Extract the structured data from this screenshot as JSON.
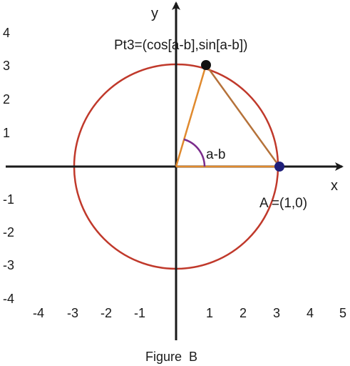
{
  "figure": {
    "caption": "Figure  B",
    "x_axis_label": "x",
    "y_axis_label": "y",
    "x_ticks": [
      "-4",
      "-3",
      "-2",
      "-1",
      "1",
      "2",
      "3",
      "4",
      "5"
    ],
    "y_ticks": [
      "4",
      "3",
      "2",
      "1",
      "-1",
      "-2",
      "-3",
      "-4"
    ],
    "point_pt3_label": "Pt3=(cos[a-b],sin[a-b])",
    "point_a_label": "A =(1,0)",
    "angle_label": "a-b",
    "colors": {
      "circle": "#c0392b",
      "axes": "#1a1a1a",
      "radius_lines": "#e08a2e",
      "chord": "#b5723a",
      "angle_arc": "#7b2c8c",
      "point_pt3": "#111111",
      "point_a": "#1f1f7a"
    }
  }
}
